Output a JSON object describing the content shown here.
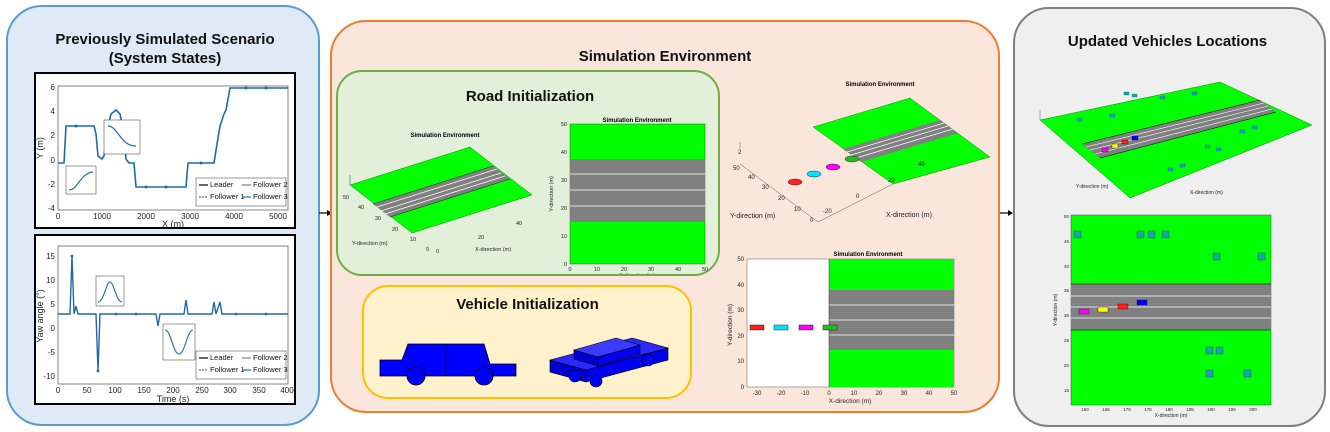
{
  "left": {
    "title_line1": "Previously Simulated Scenario",
    "title_line2": "(System States)",
    "plot1": {
      "ylabel": "Y (m)",
      "xlabel": "X (m)",
      "yticks": [
        "6",
        "4",
        "2",
        "0",
        "-2",
        "-4"
      ],
      "xticks": [
        "0",
        "1000",
        "2000",
        "3000",
        "4000",
        "5000"
      ],
      "legend": [
        "Leader",
        "Follower 1",
        "Follower 2",
        "Follower 3"
      ]
    },
    "plot2": {
      "ylabel": "Yaw angle (°)",
      "xlabel": "Time (s)",
      "yticks": [
        "15",
        "10",
        "5",
        "0",
        "-5",
        "-10"
      ],
      "xticks": [
        "0",
        "50",
        "100",
        "150",
        "200",
        "250",
        "300",
        "350",
        "400"
      ],
      "legend": [
        "Leader",
        "Follower 1",
        "Follower 2",
        "Follower 3"
      ]
    }
  },
  "middle": {
    "title": "Simulation Environment",
    "road_title": "Road Initialization",
    "vehicle_title": "Vehicle Initialization",
    "sim_plot_title": "Simulation Environment",
    "axis_y": "Y-direction (m)",
    "axis_x": "X-direction (m)",
    "topview_yticks": [
      "50",
      "40",
      "30",
      "20",
      "10",
      "0"
    ],
    "topview_xticks": [
      "0",
      "10",
      "20",
      "30",
      "40",
      "50"
    ],
    "iso_yticks": [
      "50",
      "40",
      "30",
      "20",
      "10",
      "0"
    ],
    "iso_xticks": [
      "0",
      "20",
      "40"
    ],
    "vehicles_iso_yticks": [
      "50",
      "40",
      "30",
      "20",
      "10",
      "0"
    ],
    "vehicles_iso_xticks": [
      "-20",
      "0",
      "20",
      "40"
    ],
    "vehicles_top_xticks": [
      "-30",
      "-20",
      "-10",
      "0",
      "10",
      "20",
      "30",
      "40",
      "50"
    ],
    "vehicles_top_yticks": [
      "50",
      "40",
      "30",
      "20",
      "10",
      "0"
    ]
  },
  "right": {
    "title": "Updated Vehicles Locations",
    "axis_y": "Y-direction (m)",
    "axis_x": "X-direction (m)",
    "top_yticks": [
      "50",
      "45",
      "40",
      "35",
      "30",
      "25",
      "20",
      "15"
    ],
    "top_xticks": [
      "160",
      "165",
      "170",
      "175",
      "180",
      "185",
      "190",
      "195",
      "200"
    ]
  },
  "colors": {
    "grass": "#00ff00",
    "road": "#808080",
    "car_blue": "#0000ff",
    "left_border": "#5b9bd5",
    "mid_border": "#ed7d31",
    "right_border": "#7f7f7f",
    "series": "#1f6aa5"
  },
  "car_colors": [
    "#ff2020",
    "#00e5ff",
    "#ff00ff",
    "#20c020",
    "#ffff00",
    "#0000ff"
  ]
}
